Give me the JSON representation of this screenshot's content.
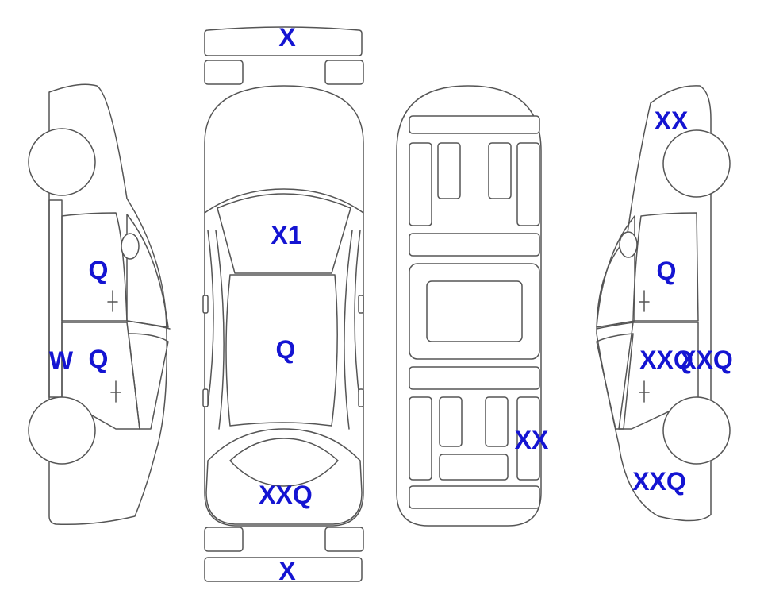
{
  "colors": {
    "damage_orange": "#f8a82a",
    "repair_blue": "#e1f4fb",
    "label_blue": "#1414d2",
    "outline": "#555555"
  },
  "labels": {
    "front_bumper": "X",
    "rear_bumper": "X",
    "hood": "X1",
    "roof": "Q",
    "rear_window_area": "XXQ",
    "left_front_door": "Q",
    "left_rear_door": "Q",
    "left_rocker": "W",
    "floor_rear_right": "XX",
    "right_front_fender": "XX",
    "right_front_door": "Q",
    "right_rear_door": "XXQ",
    "right_rear_door_b": "XXQ",
    "right_quarter": "XXQ"
  }
}
